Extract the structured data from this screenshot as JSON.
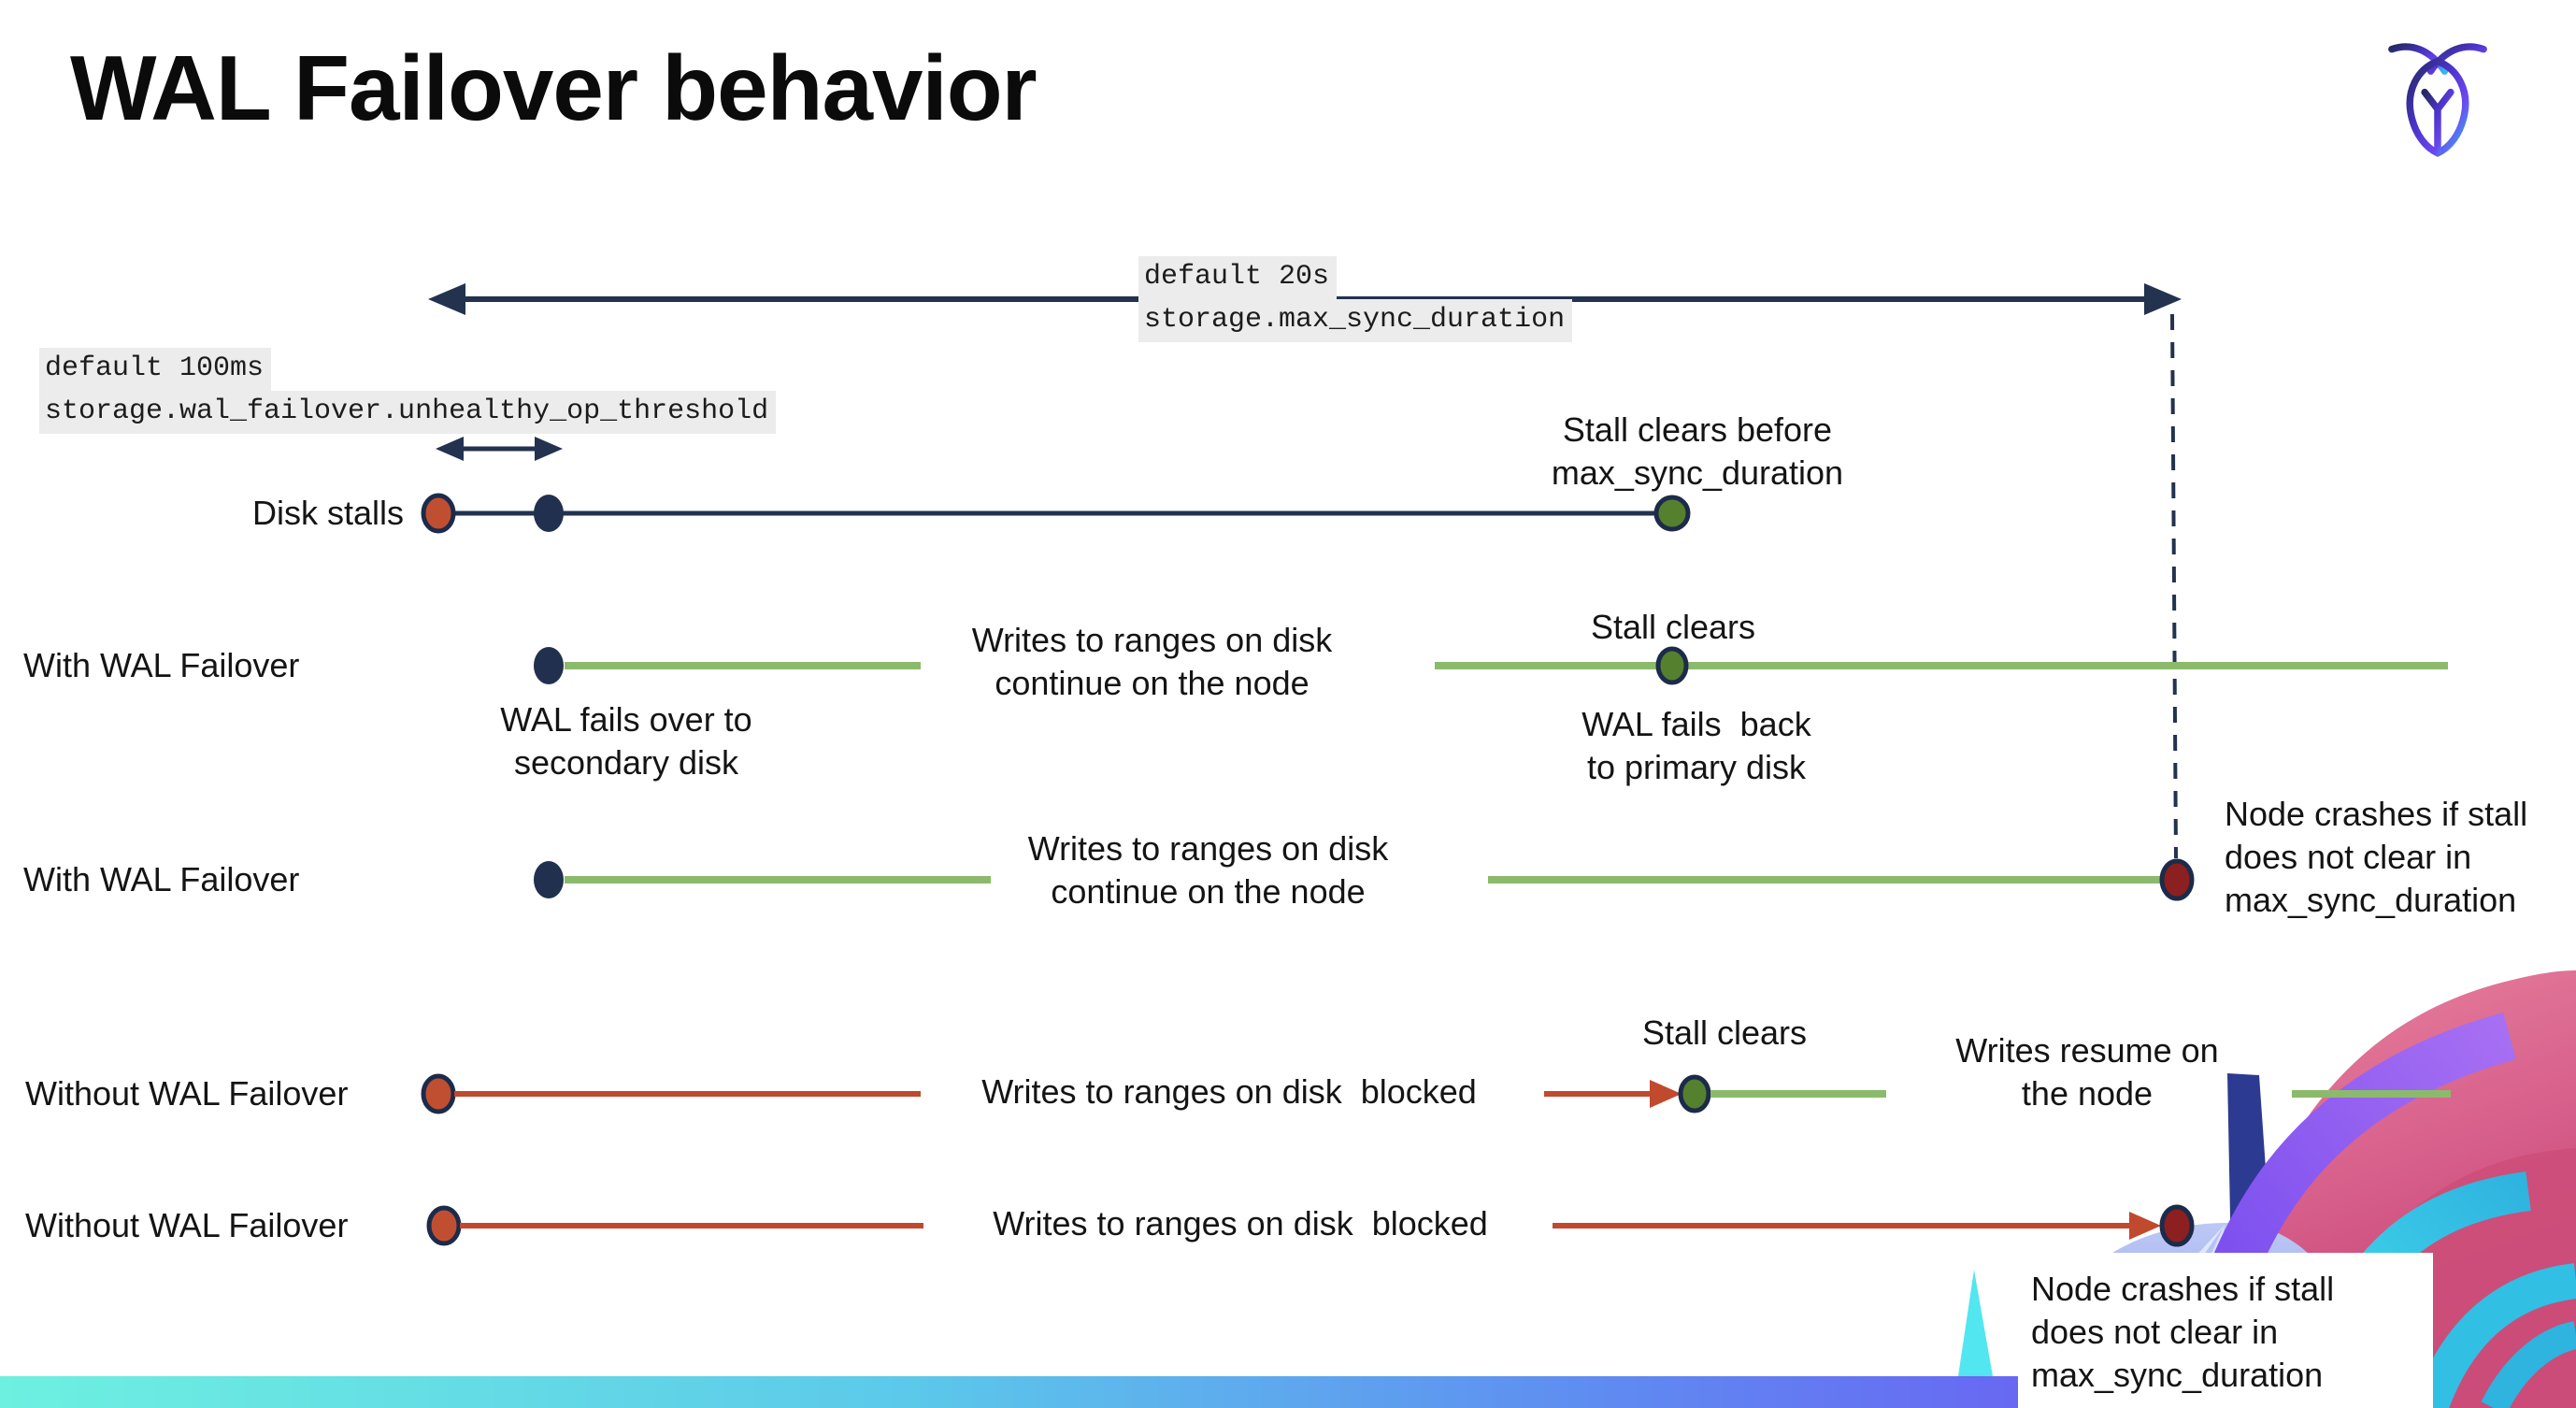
{
  "page": {
    "title": "WAL Failover behavior"
  },
  "logo": {
    "name": "cockroach-labs-logo"
  },
  "settings": {
    "max_sync_duration": {
      "default_label": "default 20s",
      "setting_name": "storage.max_sync_duration"
    },
    "unhealthy_op_threshold": {
      "default_label": "default 100ms",
      "setting_name": "storage.wal_failover.unhealthy_op_threshold"
    }
  },
  "rows": [
    {
      "label": "Disk stalls"
    },
    {
      "label": "With WAL Failover"
    },
    {
      "label": "With WAL Failover"
    },
    {
      "label": "Without WAL Failover"
    },
    {
      "label": "Without WAL Failover"
    }
  ],
  "notes": {
    "stall_clears_before": "Stall clears before\nmax_sync_duration",
    "wal_fails_over": "WAL fails over to\nsecondary disk",
    "writes_continue_row2": "Writes to ranges on disk\ncontinue on the node",
    "stall_clears_row2": "Stall clears",
    "wal_fails_back": "WAL fails  back\nto primary disk",
    "writes_continue_row3": "Writes to ranges on disk\ncontinue on the node",
    "node_crashes_row3": "Node crashes if stall\ndoes not clear in\nmax_sync_duration",
    "writes_blocked_row4": "Writes to ranges on disk  blocked",
    "stall_clears_row4": "Stall clears",
    "writes_resume": "Writes resume on\nthe node",
    "writes_blocked_row5": "Writes to ranges on disk  blocked",
    "node_crashes_row5": "Node crashes if stall\ndoes not clear in\nmax_sync_duration"
  },
  "colors": {
    "navy": "#22324f",
    "green_line": "#8cba6c",
    "green_dot": "#55812f",
    "red_line": "#c0492e",
    "red_dot": "#c04f31",
    "dark_red_dot": "#8c1f1f",
    "code_background": "#ececec",
    "footer_gradient": [
      "#6df0e0",
      "#5cc9ea",
      "#5f8cf1",
      "#6a60f2"
    ]
  }
}
